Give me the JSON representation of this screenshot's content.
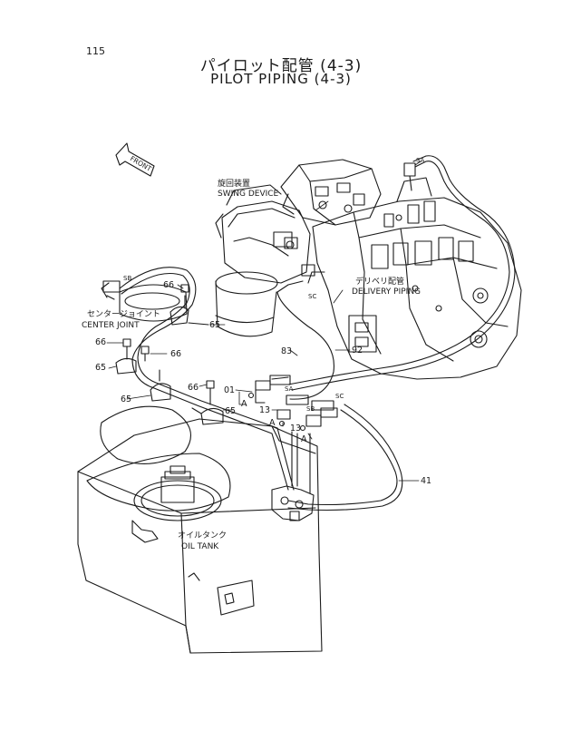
{
  "page_number": "115",
  "title": {
    "japanese": "パイロット配管 (4-3)",
    "english": "PILOT PIPING (4-3)"
  },
  "orientation": {
    "front_label": "FRONT"
  },
  "components": {
    "swing_device": {
      "japanese": "旋回装置",
      "english": "SWING DEVICE"
    },
    "delivery_piping": {
      "japanese": "デリベリ配管",
      "english": "DELIVERY PIPING"
    },
    "center_joint": {
      "japanese": "センタージョイント",
      "english": "CENTER JOINT"
    },
    "oil_tank": {
      "japanese": "オイルタンク",
      "english": "OIL TANK"
    }
  },
  "port_labels": {
    "sa_top": "SA",
    "sb_center": "SB",
    "sc_valve": "SC",
    "sa_fitting": "SA",
    "sb_fitting": "SB",
    "sc_fitting": "SC"
  },
  "part_callouts": {
    "p66_a": "66",
    "p65_a": "65",
    "p66_b": "66",
    "p66_c": "66",
    "p65_b": "65",
    "p65_c": "65",
    "p66_d": "66",
    "p65_d": "65",
    "p01": "01",
    "pA_a": "A",
    "p13_a": "13",
    "pA_b": "A",
    "p13_b": "13",
    "pA_c": "A",
    "p83": "83",
    "p92": "92",
    "p41": "41"
  }
}
